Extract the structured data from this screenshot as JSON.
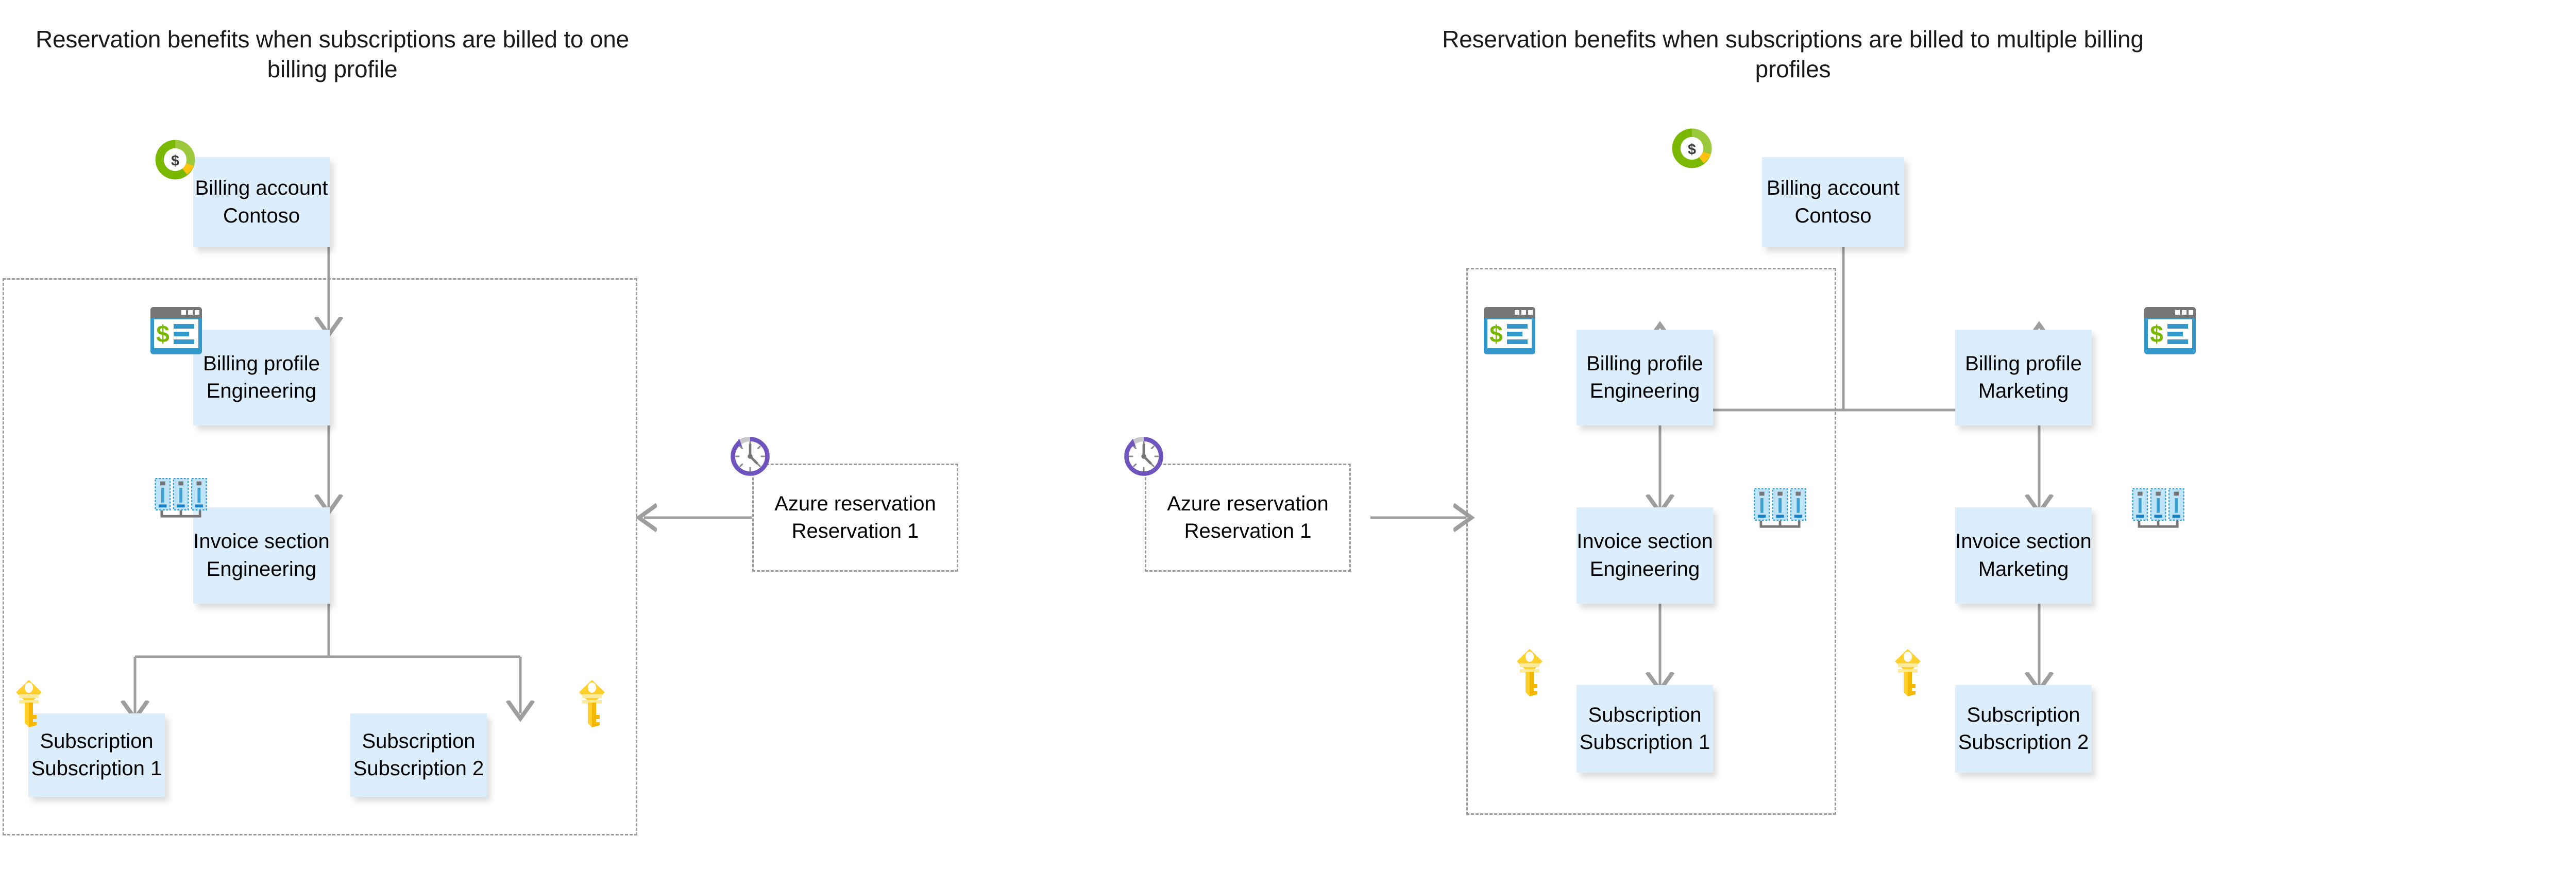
{
  "diagrams": [
    {
      "id": "one-billing-profile",
      "title": "Reservation benefits when subscriptions are billed to one billing profile",
      "account": {
        "type_label": "Billing account",
        "name": "Contoso",
        "icon": "billing-account-icon"
      },
      "profiles": [
        {
          "type_label": "Billing profile",
          "name": "Engineering",
          "icon": "billing-profile-icon"
        }
      ],
      "invoice_sections": [
        {
          "type_label": "Invoice section",
          "name": "Engineering",
          "icon": "invoice-section-icon"
        }
      ],
      "subscriptions": [
        {
          "type_label": "Subscription",
          "name": "Subscription 1",
          "icon": "key-icon"
        },
        {
          "type_label": "Subscription",
          "name": "Subscription 2",
          "icon": "key-icon"
        }
      ],
      "reservation": {
        "type_label": "Azure reservation",
        "name": "Reservation 1",
        "icon": "azure-reservation-clock-icon"
      }
    },
    {
      "id": "multiple-billing-profiles",
      "title": "Reservation benefits when subscriptions are billed to multiple billing profiles",
      "account": {
        "type_label": "Billing account",
        "name": "Contoso",
        "icon": "billing-account-icon"
      },
      "profiles": [
        {
          "type_label": "Billing profile",
          "name": "Engineering",
          "icon": "billing-profile-icon"
        },
        {
          "type_label": "Billing profile",
          "name": "Marketing",
          "icon": "billing-profile-icon"
        }
      ],
      "invoice_sections": [
        {
          "type_label": "Invoice section",
          "name": "Engineering",
          "icon": "invoice-section-icon"
        },
        {
          "type_label": "Invoice section",
          "name": "Marketing",
          "icon": "invoice-section-icon"
        }
      ],
      "subscriptions": [
        {
          "type_label": "Subscription",
          "name": "Subscription 1",
          "icon": "key-icon"
        },
        {
          "type_label": "Subscription",
          "name": "Subscription 2",
          "icon": "key-icon"
        }
      ],
      "reservation": {
        "type_label": "Azure reservation",
        "name": "Reservation 1",
        "icon": "azure-reservation-clock-icon"
      }
    }
  ],
  "colors": {
    "node_fill": "#dceefc",
    "scope_dash": "#9a9a9a",
    "connector": "#9e9e9e",
    "account_green_dark": "#7ab800",
    "account_green_light": "#9cc93b",
    "account_yellow": "#ffc20e",
    "profile_blue": "#3399cc",
    "profile_green": "#7ab800",
    "invoice_blue": "#3aa0d1",
    "key_yellow": "#ffcf2b",
    "clock_purple": "#7054bd",
    "title_text": "#1a1a1a"
  }
}
